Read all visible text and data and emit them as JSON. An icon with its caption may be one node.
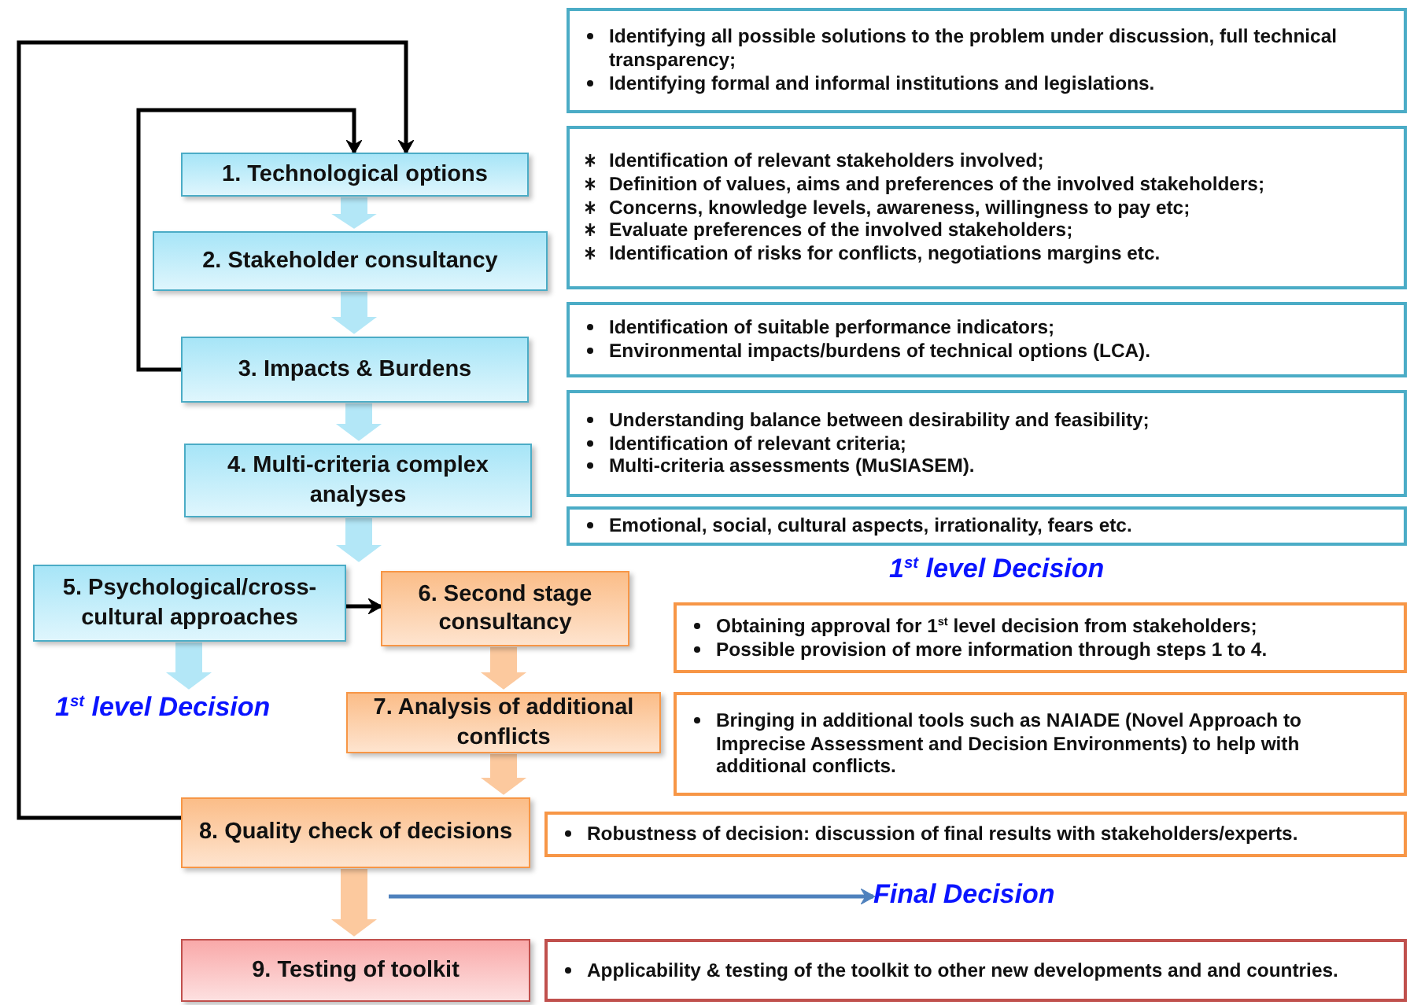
{
  "diagram": {
    "nodes": [
      {
        "text": [
          "1. Technological options"
        ]
      },
      {
        "text": [
          "2. Stakeholder consultancy"
        ]
      },
      {
        "text": [
          "3. Impacts & Burdens"
        ]
      },
      {
        "text": [
          "4. Multi-criteria complex analyses"
        ]
      },
      {
        "text": [
          "5. Psychological/cross-cultural approaches"
        ]
      },
      {
        "text": [
          "6. Second stage consultancy"
        ]
      },
      {
        "text": [
          "7. Analysis of additional conflicts"
        ]
      },
      {
        "text": [
          "8. Quality check of decisions"
        ]
      },
      {
        "text": [
          "9. Testing  of toolkit"
        ]
      },
      {
        "text": [
          "Identifying all possible solutions to the problem under discussion, full technical transparency;",
          "Identifying formal and informal institutions and legislations."
        ]
      },
      {
        "text": [
          "Identification of relevant stakeholders involved;",
          "Definition of values, aims and preferences of the involved stakeholders;",
          "Concerns, knowledge levels, awareness, willingness to pay etc;",
          "Evaluate preferences of the involved stakeholders;",
          "Identification of  risks for conflicts, negotiations margins etc."
        ]
      },
      {
        "text": [
          "Identification of suitable performance indicators;",
          "Environmental impacts/burdens of technical options (LCA)."
        ]
      },
      {
        "text": [
          "Understanding balance between desirability and feasibility;",
          "Identification of relevant criteria;",
          "Multi-criteria assessments (MuSIASEM)."
        ]
      },
      {
        "text": [
          "Emotional, social, cultural aspects, irrationality, fears etc."
        ]
      },
      {
        "text": [
          "Obtaining approval for 1$^{st}$ level decision from stakeholders;",
          "Possible provision of more information through steps 1 to 4."
        ]
      },
      {
        "text": [
          "Bringing in additional tools such as NAIADE (Novel Approach to Imprecise Assessment and Decision Environments)  to help with additional conflicts."
        ]
      },
      {
        "text": [
          "Robustness of decision: discussion of final results  with stakeholders/experts."
        ]
      },
      {
        "text": [
          "Applicability & testing  of the toolkit to other new developments and and countries."
        ]
      },
      {
        "text": [
          "1$^{st}$ level Decision"
        ]
      },
      {
        "text": [
          "Final  Decision"
        ]
      }
    ],
    "edges": [
      {
        "from": 0,
        "to": 1,
        "arrow": "to",
        "style": "thick",
        "color": "#b3e7f7"
      },
      {
        "from": 1,
        "to": 2,
        "arrow": "to",
        "style": "thick",
        "color": "#b3e7f7"
      },
      {
        "from": 2,
        "to": 3,
        "arrow": "to",
        "style": "thick",
        "color": "#b3e7f7"
      },
      {
        "from": 3,
        "to": 4,
        "arrow": "to",
        "style": "thick",
        "color": "#b3e7f7"
      },
      {
        "from": 4,
        "to": 18,
        "arrow": "to",
        "style": "thick",
        "color": "#b3e7f7"
      },
      {
        "from": 4,
        "to": 5,
        "arrow": "to"
      },
      {
        "from": 5,
        "to": 6,
        "arrow": "to",
        "style": "thick",
        "color": "#fcc99e"
      },
      {
        "from": 6,
        "to": 7,
        "arrow": "to",
        "style": "thick",
        "color": "#fcc99e"
      },
      {
        "from": 7,
        "to": 8,
        "arrow": "to",
        "style": "thick",
        "color": "#fcc99e"
      },
      {
        "from": 2,
        "to": 0,
        "arrow": "to"
      },
      {
        "from": 7,
        "to": 0,
        "arrow": "to"
      },
      {
        "from": null,
        "to": 19,
        "arrow": "to",
        "color": "#4f81bd"
      }
    ],
    "labels": [
      "1$^{st}$ level Decision"
    ]
  }
}
